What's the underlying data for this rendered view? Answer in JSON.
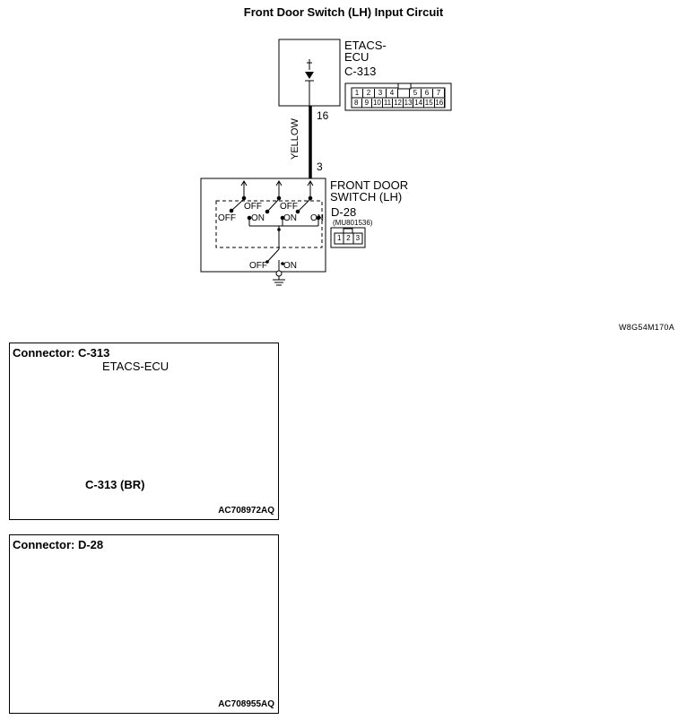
{
  "title": "Front Door Switch (LH) Input Circuit",
  "etacs": {
    "name_line1": "ETACS-",
    "name_line2": "ECU",
    "connector": "C-313",
    "pins_top": [
      "1",
      "2",
      "3",
      "4",
      "",
      "5",
      "6",
      "7"
    ],
    "pins_bottom": [
      "8",
      "9",
      "10",
      "11",
      "12",
      "13",
      "14",
      "15",
      "16"
    ]
  },
  "wire": {
    "color": "YELLOW",
    "pin_top": "16",
    "pin_bottom": "3"
  },
  "switch": {
    "name_line1": "FRONT DOOR",
    "name_line2": "SWITCH (LH)",
    "connector": "D-28",
    "part_no": "(MU801536)",
    "pins": [
      "1",
      "2",
      "3"
    ],
    "labels": {
      "off": "OFF",
      "on": "ON"
    }
  },
  "diagram_code": "W8G54M170A",
  "panels": [
    {
      "title": "Connector: C-313",
      "subtitle": "ETACS-ECU",
      "callout": "C-313 (BR)",
      "code": "AC708972AQ"
    },
    {
      "title": "Connector: D-28",
      "code": "AC708955AQ"
    }
  ],
  "colors": {
    "wire": "#000000",
    "background": "#ffffff"
  }
}
